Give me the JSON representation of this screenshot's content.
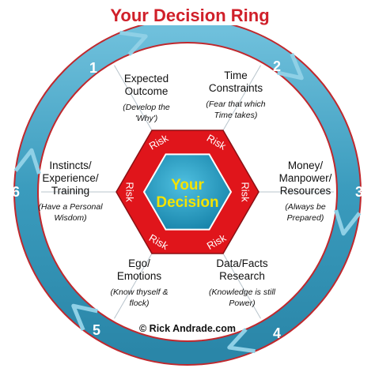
{
  "title": "Your Decision Ring",
  "center": {
    "line1": "Your",
    "line2": "Decision"
  },
  "risk_label": "Risk",
  "segment_numbers": [
    "1",
    "2",
    "3",
    "4",
    "5",
    "6"
  ],
  "segments": [
    {
      "heading": [
        "Expected",
        "Outcome"
      ],
      "note": [
        "(Develop the",
        "'Why')"
      ]
    },
    {
      "heading": [
        "Time",
        "Constraints"
      ],
      "note": [
        "(Fear that which",
        "Time takes)"
      ]
    },
    {
      "heading": [
        "Money/",
        "Manpower/",
        "Resources"
      ],
      "note": [
        "(Always be",
        "Prepared)"
      ]
    },
    {
      "heading": [
        "Data/Facts",
        "Research"
      ],
      "note": [
        "(Knowledge is still",
        "Power)"
      ]
    },
    {
      "heading": [
        "Ego/",
        "Emotions"
      ],
      "note": [
        "(Know thyself &",
        "flock)"
      ]
    },
    {
      "heading": [
        "Instincts/",
        "Experience/",
        "Training"
      ],
      "note": [
        "(Have a Personal",
        "Wisdom)"
      ]
    }
  ],
  "copyright": "© Rick Andrade.com",
  "colors": {
    "ring_teal": "#3a9bbd",
    "ring_light": "#8fd0e6",
    "ring_dark": "#1f6f8f",
    "outline_red": "#c0282d",
    "risk_red": "#e0151b",
    "center_teal": "#1f9bc0",
    "center_text": "#f4e300",
    "title_red": "#d0202a"
  }
}
